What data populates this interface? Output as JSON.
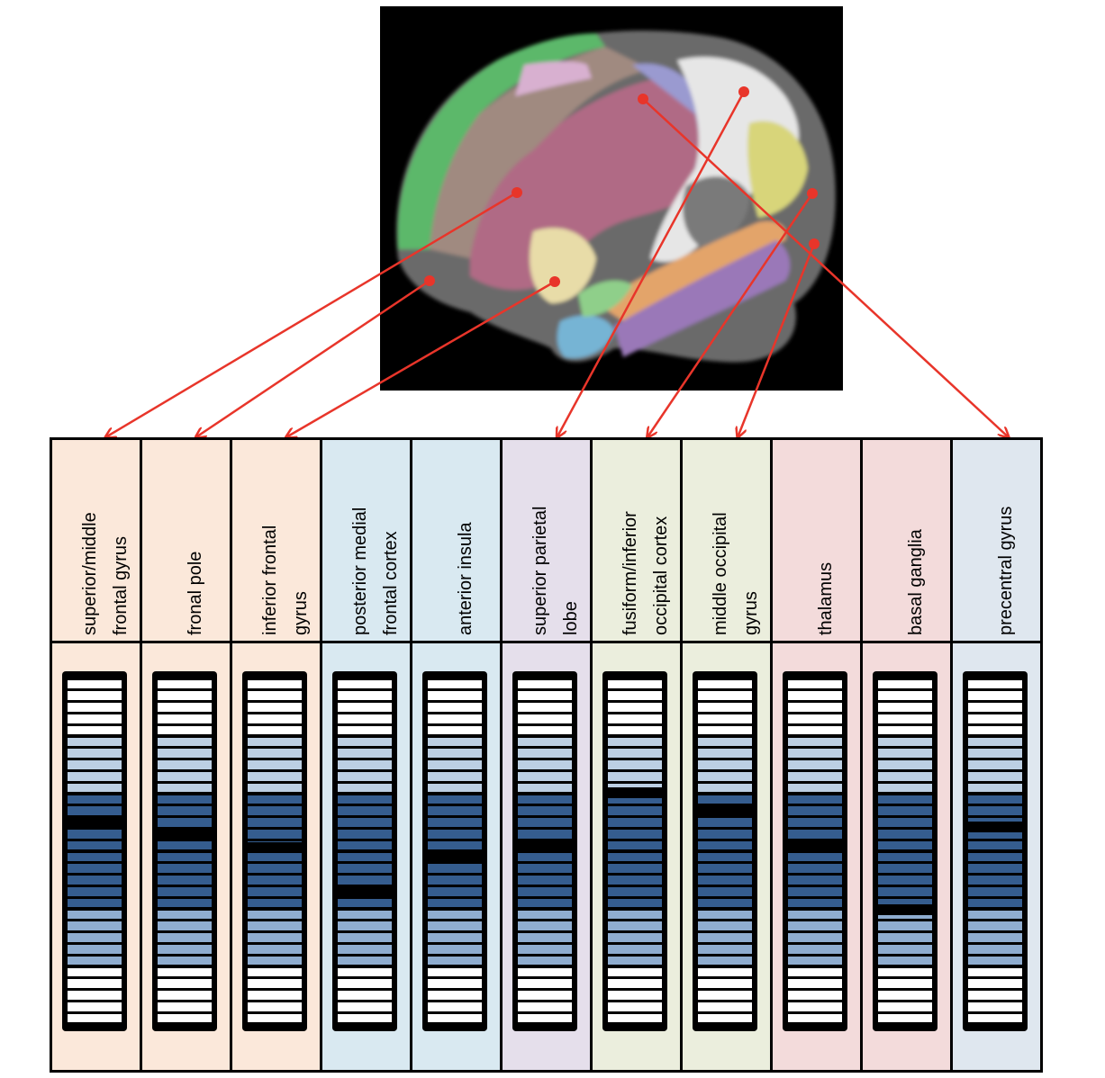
{
  "figure": {
    "brain_image": {
      "description": "Lateral view of parcellated cortical surface with colored regions",
      "region_colors": [
        "#b06a85",
        "#9a9ad0",
        "#e6e6e6",
        "#7a7a7a",
        "#e8dca8",
        "#e3a46a",
        "#9a78b8",
        "#8fcf8a",
        "#d8d57a",
        "#76b4d4",
        "#d8b0d0",
        "#73b48a",
        "#a09080",
        "#5cb86a"
      ],
      "marker_color": "#e8352a"
    },
    "columns": [
      {
        "label_lines": [
          "superior/middle",
          "frontal gyrus"
        ],
        "bg": "#fbe8da",
        "marker": 0.42
      },
      {
        "label_lines": [
          "fronal pole"
        ],
        "bg": "#fbe8da",
        "marker": 0.45
      },
      {
        "label_lines": [
          "inferior frontal",
          "gyrus"
        ],
        "bg": "#fbe8da",
        "marker": 0.49
      },
      {
        "label_lines": [
          "posterior medial",
          "frontal cortex"
        ],
        "bg": "#d9e9f1",
        "marker": 0.62
      },
      {
        "label_lines": [
          "anterior insula"
        ],
        "bg": "#d9e9f1",
        "marker": 0.52
      },
      {
        "label_lines": [
          "superior parietal",
          "lobe"
        ],
        "bg": "#e5dfeb",
        "marker": 0.48
      },
      {
        "label_lines": [
          "fusiform/inferior",
          "occipital cortex"
        ],
        "bg": "#ebeedd",
        "marker": 0.33
      },
      {
        "label_lines": [
          "middle occipital",
          "gyrus"
        ],
        "bg": "#ebeedd",
        "marker": 0.38
      },
      {
        "label_lines": [
          "thalamus"
        ],
        "bg": "#f3dbdb",
        "marker": 0.48
      },
      {
        "label_lines": [
          "basal ganglia"
        ],
        "bg": "#f3dbdb",
        "marker": 0.67
      },
      {
        "label_lines": [
          "precentral gyrus"
        ],
        "bg": "#dfe7ef",
        "marker": 0.43
      }
    ],
    "gauge_bands": [
      {
        "name": "white-top",
        "color": "#ffffff",
        "rows": 5
      },
      {
        "name": "light-blue",
        "color": "#bccfe3",
        "rows": 5
      },
      {
        "name": "dark-blue",
        "color": "#355d8f",
        "rows": 10
      },
      {
        "name": "mid-blue",
        "color": "#8fadd0",
        "rows": 5
      },
      {
        "name": "white-bottom",
        "color": "#ffffff",
        "rows": 5
      }
    ],
    "arrows": [
      {
        "from_region": "superior/middle frontal gyrus",
        "to_column": 0
      },
      {
        "from_region": "fronal pole",
        "to_column": 1
      },
      {
        "from_region": "inferior frontal gyrus",
        "to_column": 2
      },
      {
        "from_region": "superior parietal lobe",
        "to_column": 5
      },
      {
        "from_region": "fusiform/inferior occipital cortex",
        "to_column": 6
      },
      {
        "from_region": "middle occipital gyrus",
        "to_column": 7
      },
      {
        "from_region": "precentral gyrus",
        "to_column": 10
      }
    ]
  }
}
